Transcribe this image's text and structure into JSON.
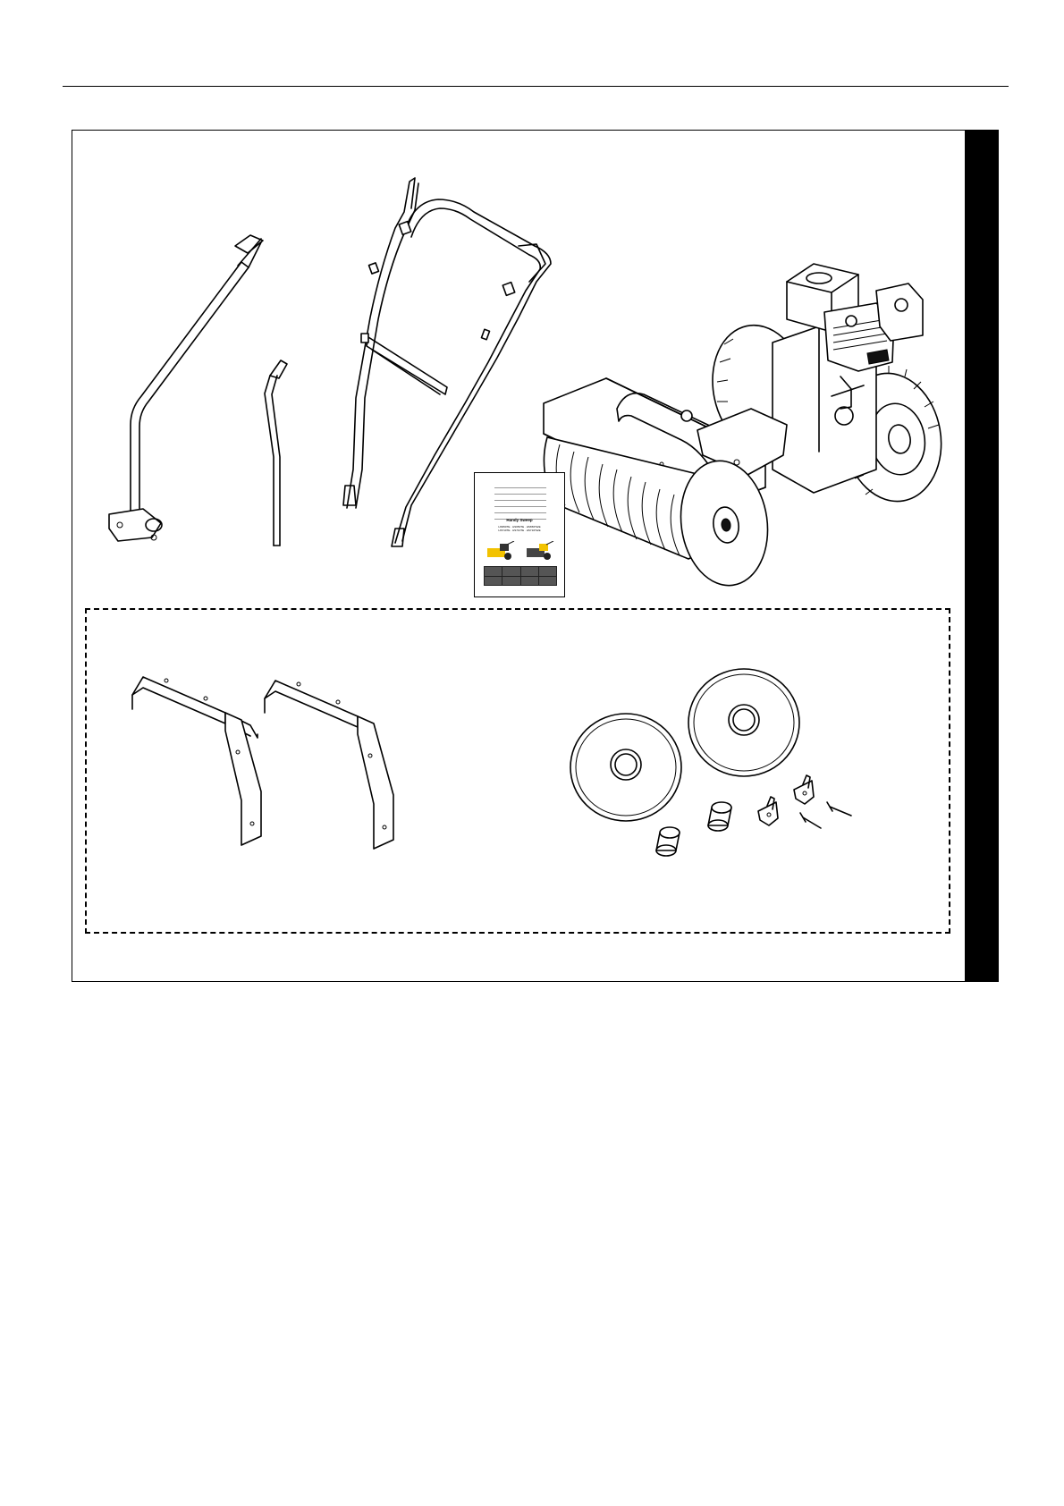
{
  "figure": {
    "items": [
      "lever-handle",
      "control-rod",
      "handlebar",
      "instruction-manual",
      "sweeper-machine",
      "deflector-bracket-left",
      "deflector-bracket-right",
      "brush-disc-left",
      "brush-disc-right",
      "spacer-ring",
      "spacer-ring",
      "clamp",
      "clamp",
      "bolt",
      "bolt"
    ]
  },
  "manual": {
    "title": "Handy Sweep",
    "models": "HS650TE · HS650TE · HS650TE/E\nHS710TE · HS710TE · HS710TE/E"
  },
  "colors": {
    "line": "#000000",
    "machine_yellow": "#f2c200",
    "machine_dark": "#444444"
  }
}
